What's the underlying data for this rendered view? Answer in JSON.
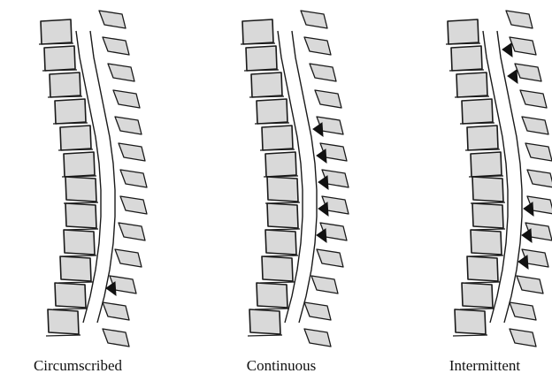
{
  "panels": [
    {
      "label": "Circumscribed",
      "lesion_pattern": "circumscribed"
    },
    {
      "label": "Continuous",
      "lesion_pattern": "continuous"
    },
    {
      "label": "Intermittent",
      "lesion_pattern": "intermittent"
    }
  ],
  "colors": {
    "bone_fill": "#d9d9d9",
    "outline": "#1a1a1a",
    "lesion": "#111111",
    "background": "#ffffff"
  }
}
